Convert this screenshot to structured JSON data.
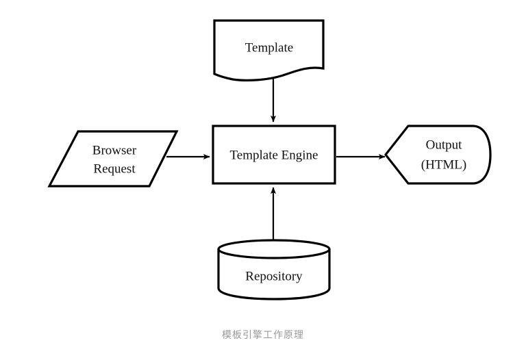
{
  "diagram": {
    "type": "flowchart",
    "title": "",
    "caption": "模板引擎工作原理",
    "background_color": "#ffffff",
    "stroke_color": "#000000",
    "text_color": "#111111",
    "caption_color": "#9a9a9a",
    "nodes": [
      {
        "id": "template",
        "label": "Template",
        "shape": "document",
        "position": "top-center"
      },
      {
        "id": "browser-request",
        "label_line1": "Browser",
        "label_line2": "Request",
        "shape": "parallelogram",
        "position": "middle-left"
      },
      {
        "id": "template-engine",
        "label": "Template Engine",
        "shape": "rectangle",
        "position": "center"
      },
      {
        "id": "output-html",
        "label_line1": "Output",
        "label_line2": "(HTML)",
        "shape": "flag",
        "position": "middle-right"
      },
      {
        "id": "repository",
        "label": "Repository",
        "shape": "cylinder",
        "position": "bottom-center"
      }
    ],
    "edges": [
      {
        "from": "template",
        "to": "template-engine",
        "direction": "down",
        "label": ""
      },
      {
        "from": "browser-request",
        "to": "template-engine",
        "direction": "right",
        "label": ""
      },
      {
        "from": "template-engine",
        "to": "output-html",
        "direction": "right",
        "label": ""
      },
      {
        "from": "repository",
        "to": "template-engine",
        "direction": "up",
        "label": ""
      }
    ]
  }
}
